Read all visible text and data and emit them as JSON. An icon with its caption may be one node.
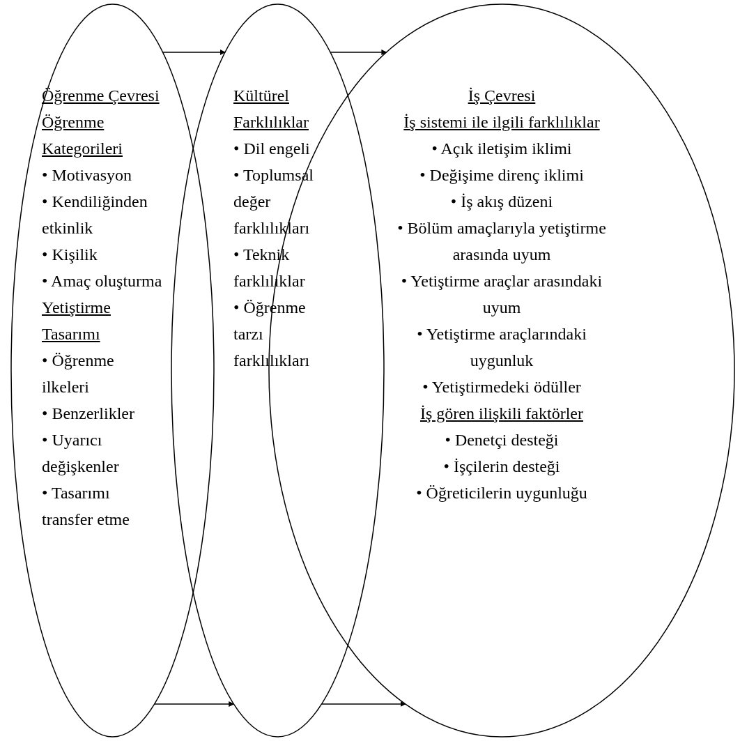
{
  "diagram": {
    "nodes": [
      {
        "text": [
          "Öğrenme Çevresi",
          "Öğrenme Kategorileri",
          "• Motivasyon",
          "• Kendiliğinden etkinlik",
          "• Kişilik",
          "• Amaç oluşturma",
          "Yetiştirme Tasarımı",
          "• Öğrenme ilkeleri",
          "• Benzerlikler",
          "• Uyarıcı değişkenler",
          "• Tasarımı transfer etme"
        ]
      },
      {
        "text": [
          "Kültürel Farklılıklar",
          "• Dil engeli",
          "• Toplumsal değer farklılıkları",
          "• Teknik farklılıklar",
          "• Öğrenme tarzı farklılıkları"
        ]
      },
      {
        "text": [
          "İş Çevresi",
          "İş sistemi ile ilgili farklılıklar",
          "• Açık iletişim iklimi",
          "• Değişime direnç iklimi",
          "• İş akış düzeni",
          "• Bölüm amaçlarıyla yetiştirme arasında uyum",
          "• Yetiştirme araçlar arasındaki uyum",
          "• Yetiştirme araçlarındaki uygunluk",
          "• Yetiştirmedeki ödüller",
          "İş gören ilişkili faktörler",
          "• Denetçi desteği",
          "• İşçilerin desteği",
          "• Öğreticilerin uygunluğu"
        ]
      }
    ],
    "edges": [
      {
        "from": 0,
        "to": 1,
        "arrow": "to"
      },
      {
        "from": 1,
        "to": 2,
        "arrow": "to"
      },
      {
        "from": 0,
        "to": 1,
        "arrow": "to"
      },
      {
        "from": 1,
        "to": 2,
        "arrow": "to"
      }
    ]
  }
}
